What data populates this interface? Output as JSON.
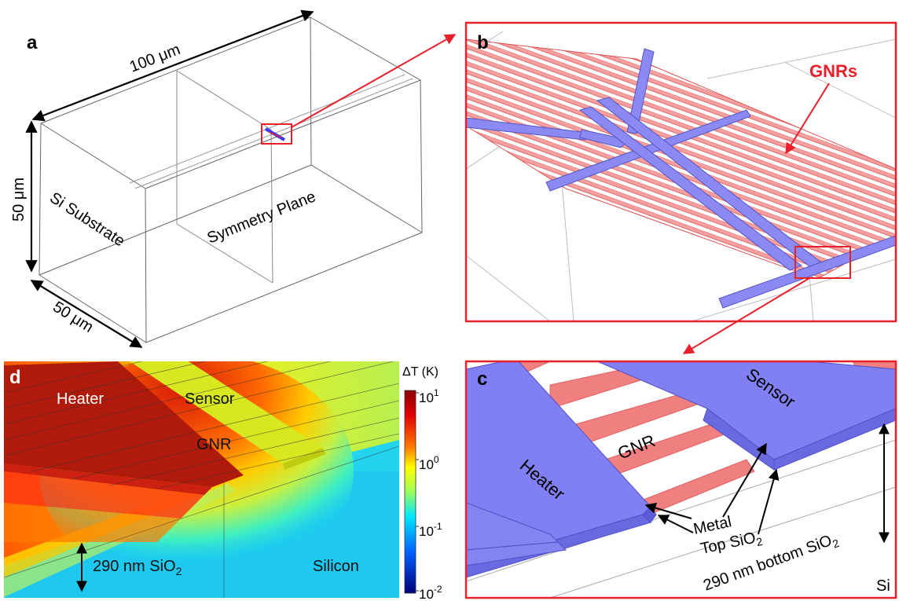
{
  "panels": {
    "a": {
      "letter": "a",
      "dim_width": "100 μm",
      "dim_height": "50 μm",
      "dim_depth": "50 μm",
      "label_substrate": "Si Substrate",
      "label_symmetry": "Symmetry Plane"
    },
    "b": {
      "letter": "b",
      "label_gnrs": "GNRs"
    },
    "c": {
      "letter": "c",
      "label_heater": "Heater",
      "label_sensor": "Sensor",
      "label_gnr": "GNR",
      "label_metal": "Metal",
      "label_top_sio2": "Top SiO",
      "label_top_sio2_sub": "2",
      "label_bottom_sio2": "290 nm bottom SiO",
      "label_bottom_sio2_sub": "2",
      "label_si": "Si"
    },
    "d": {
      "letter": "d",
      "label_heater": "Heater",
      "label_sensor": "Sensor",
      "label_gnr": "GNR",
      "label_sio2": "290 nm SiO",
      "label_sio2_sub": "2",
      "label_silicon": "Silicon",
      "colorbar": {
        "title": "ΔT (K)",
        "ticks": [
          {
            "base": "10",
            "exp": "1"
          },
          {
            "base": "10",
            "exp": "0"
          },
          {
            "base": "10",
            "exp": "-1"
          },
          {
            "base": "10",
            "exp": "-2"
          }
        ]
      }
    }
  },
  "colors": {
    "frame_red": "#e8202a",
    "metal_blue": "#7f7ff0",
    "gnr_red": "#f08080"
  }
}
